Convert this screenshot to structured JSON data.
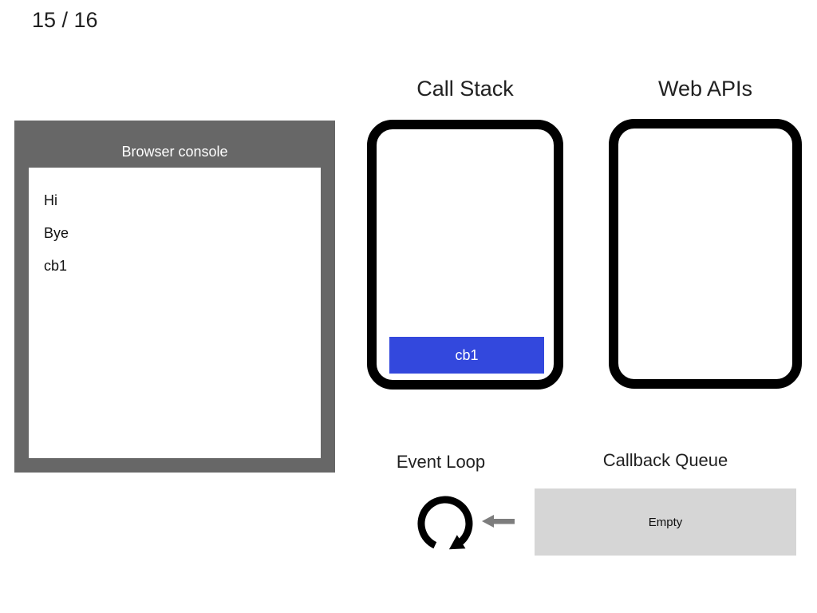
{
  "page": {
    "counter": "15 / 16"
  },
  "console": {
    "title": "Browser console",
    "lines": [
      "Hi",
      "Bye",
      "cb1"
    ]
  },
  "call_stack": {
    "title": "Call Stack",
    "frames": [
      "cb1"
    ]
  },
  "web_apis": {
    "title": "Web APIs",
    "items": []
  },
  "event_loop": {
    "title": "Event Loop",
    "icon": "clockwise-loop-arrow"
  },
  "callback_queue": {
    "title": "Callback Queue",
    "status": "Empty",
    "arrow_icon": "left-arrow"
  },
  "colors": {
    "frame_blue": "#3348dd",
    "console_gray": "#676767",
    "queue_gray": "#d6d6d6",
    "arrow_gray": "#7d7d7d",
    "box_border": "#000000"
  }
}
